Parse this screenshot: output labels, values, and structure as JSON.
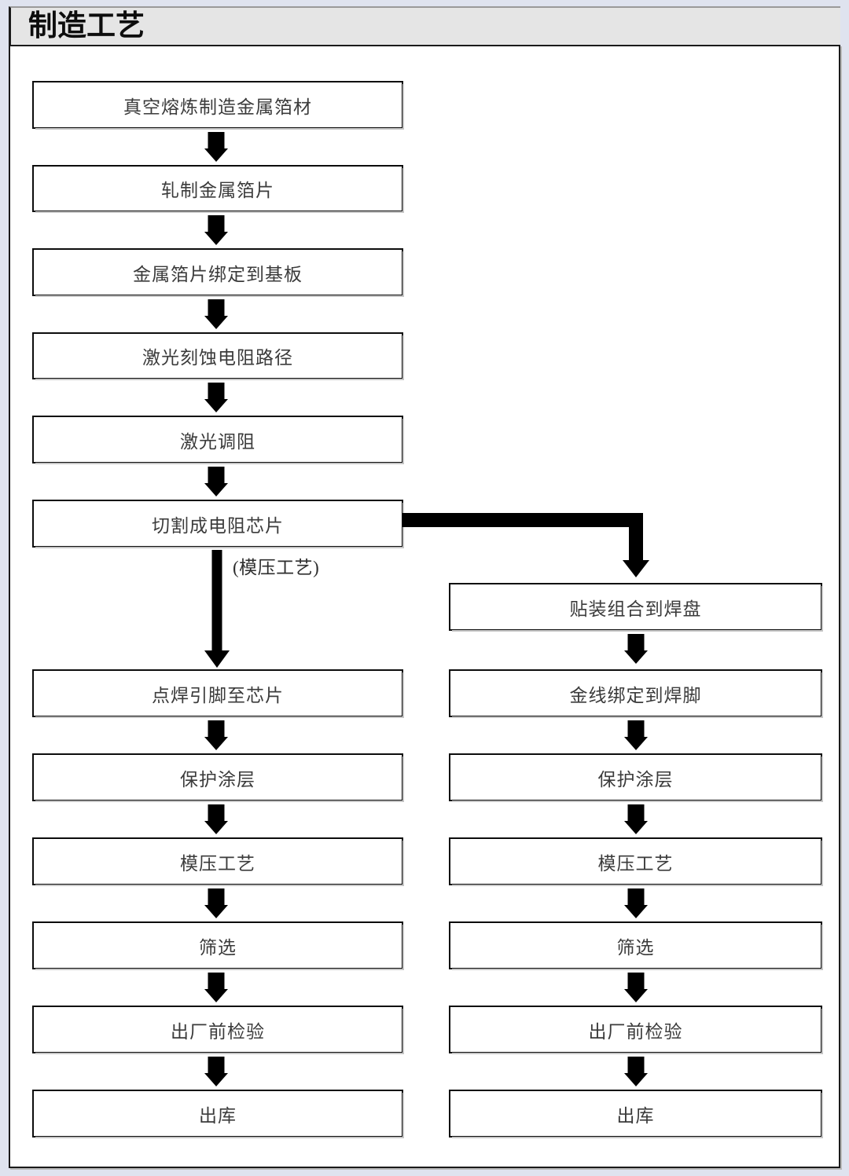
{
  "title": "制造工艺",
  "colors": {
    "page_background": "#dfe3ef",
    "title_band": "#e5e5e5",
    "box_border": "#0c0c0c",
    "box_fill": "#ffffff",
    "text": "#3b3b3b",
    "arrow": "#000000"
  },
  "branch_label": "(模压工艺)",
  "left_column": {
    "nodes": [
      {
        "label": "真空熔炼制造金属箔材"
      },
      {
        "label": "轧制金属箔片"
      },
      {
        "label": "金属箔片绑定到基板"
      },
      {
        "label": "激光刻蚀电阻路径"
      },
      {
        "label": "激光调阻"
      },
      {
        "label": "切割成电阻芯片"
      },
      {
        "label": "点焊引脚至芯片"
      },
      {
        "label": "保护涂层"
      },
      {
        "label": "模压工艺"
      },
      {
        "label": "筛选"
      },
      {
        "label": "出厂前检验"
      },
      {
        "label": "出库"
      }
    ]
  },
  "right_column": {
    "nodes": [
      {
        "label": "贴装组合到焊盘"
      },
      {
        "label": "金线绑定到焊脚"
      },
      {
        "label": "保护涂层"
      },
      {
        "label": "模压工艺"
      },
      {
        "label": "筛选"
      },
      {
        "label": "出厂前检验"
      },
      {
        "label": "出库"
      }
    ]
  },
  "chart_data": {
    "type": "diagram",
    "title": "制造工艺",
    "diagram_kind": "flowchart",
    "orientation": "top-to-bottom",
    "branches": 2,
    "left_branch_label": "(模压工艺)",
    "left_branch_sequence": [
      "真空熔炼制造金属箔材",
      "轧制金属箔片",
      "金属箔片绑定到基板",
      "激光刻蚀电阻路径",
      "激光调阻",
      "切割成电阻芯片",
      "点焊引脚至芯片",
      "保护涂层",
      "模压工艺",
      "筛选",
      "出厂前检验",
      "出库"
    ],
    "right_branch_sequence": [
      "贴装组合到焊盘",
      "金线绑定到焊脚",
      "保护涂层",
      "模压工艺",
      "筛选",
      "出厂前检验",
      "出库"
    ],
    "branch_point": "切割成电阻芯片"
  }
}
